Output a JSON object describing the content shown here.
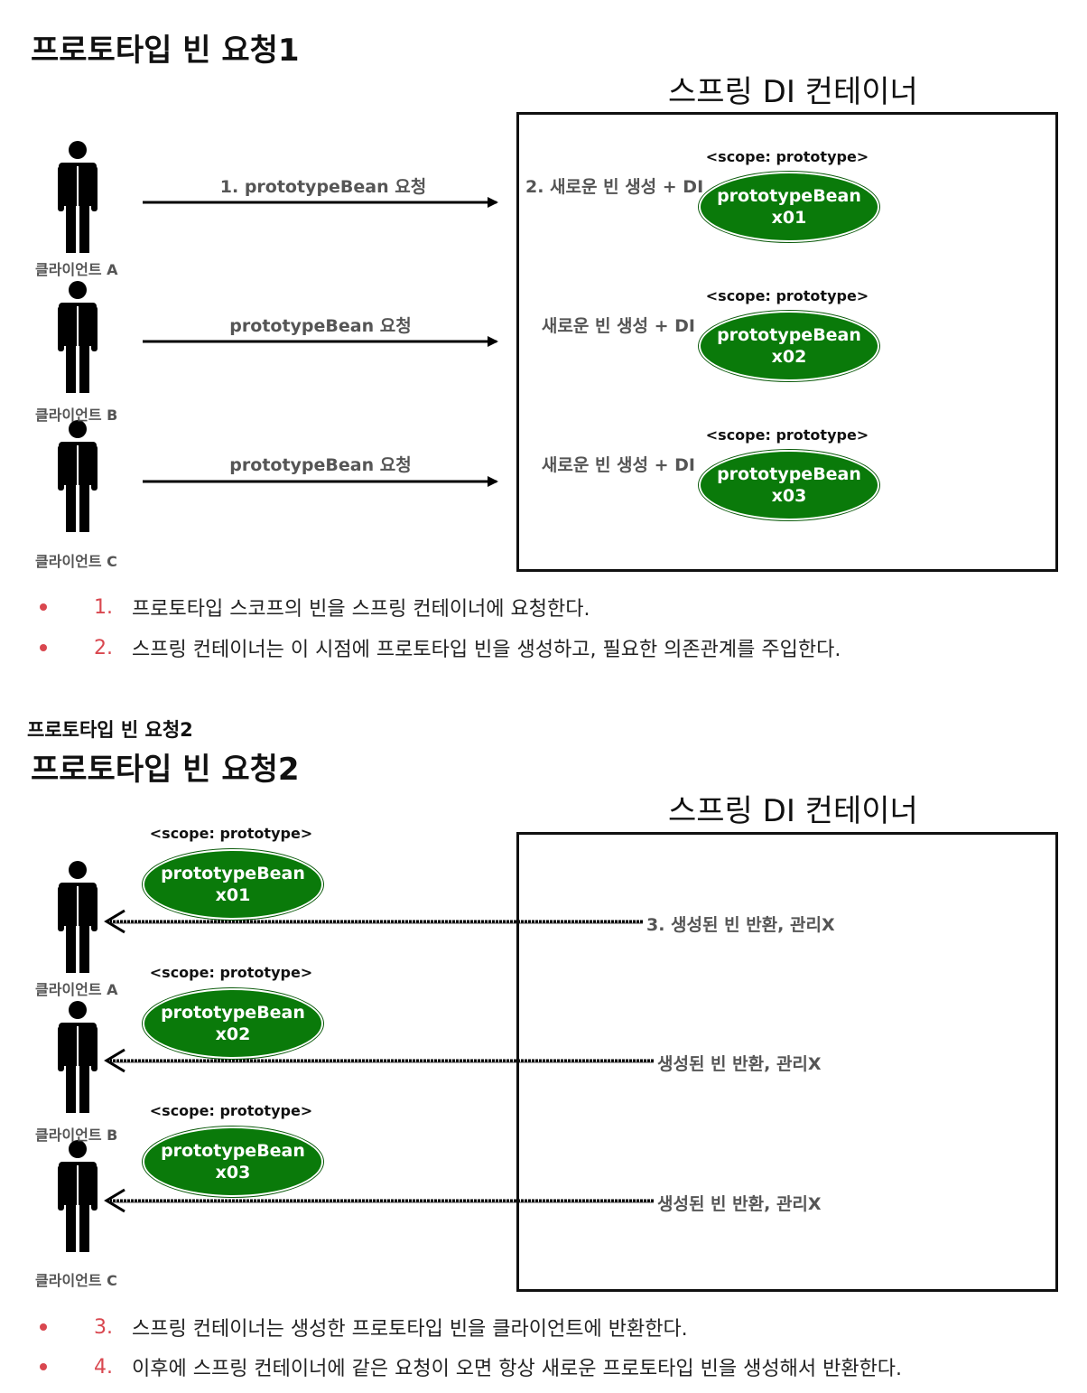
{
  "section1": {
    "title": "프로토타입 빈 요청1",
    "container_title": "스프링 DI 컨테이너",
    "clients": [
      {
        "label": "클라이언트 A",
        "arrow_label": "1. prototypeBean 요청",
        "create_label": "2. 새로운 빈 생성 + DI",
        "scope": "<scope: prototype>",
        "bean_name": "prototypeBean",
        "bean_id": "x01"
      },
      {
        "label": "클라이언트 B",
        "arrow_label": "prototypeBean 요청",
        "create_label": "새로운 빈 생성 + DI",
        "scope": "<scope: prototype>",
        "bean_name": "prototypeBean",
        "bean_id": "x02"
      },
      {
        "label": "클라이언트 C",
        "arrow_label": "prototypeBean 요청",
        "create_label": "새로운 빈 생성 + DI",
        "scope": "<scope: prototype>",
        "bean_name": "prototypeBean",
        "bean_id": "x03"
      }
    ],
    "bullets": [
      {
        "num": "1.",
        "text": "프로토타입 스코프의 빈을 스프링 컨테이너에 요청한다."
      },
      {
        "num": "2.",
        "text": "스프링 컨테이너는 이 시점에 프로토타입 빈을 생성하고, 필요한 의존관계를 주입한다."
      }
    ]
  },
  "section2": {
    "small_title": "프로토타입 빈 요청2",
    "title": "프로토타입 빈 요청2",
    "container_title": "스프링 DI 컨테이너",
    "clients": [
      {
        "label": "클라이언트 A",
        "return_label": "3. 생성된 빈 반환, 관리X",
        "scope": "<scope: prototype>",
        "bean_name": "prototypeBean",
        "bean_id": "x01"
      },
      {
        "label": "클라이언트 B",
        "return_label": "생성된 빈 반환, 관리X",
        "scope": "<scope: prototype>",
        "bean_name": "prototypeBean",
        "bean_id": "x02"
      },
      {
        "label": "클라이언트 C",
        "return_label": "생성된 빈 반환, 관리X",
        "scope": "<scope: prototype>",
        "bean_name": "prototypeBean",
        "bean_id": "x03"
      }
    ],
    "bullets": [
      {
        "num": "3.",
        "text": "스프링 컨테이너는 생성한 프로토타입 빈을 클라이언트에 반환한다."
      },
      {
        "num": "4.",
        "text": "이후에 스프링 컨테이너에 같은 요청이 오면 항상 새로운 프로토타입 빈을 생성해서 반환한다."
      }
    ]
  },
  "colors": {
    "bean_fill": "#0a7a0a",
    "bullet": "#d9474f",
    "label_gray": "#555555"
  }
}
